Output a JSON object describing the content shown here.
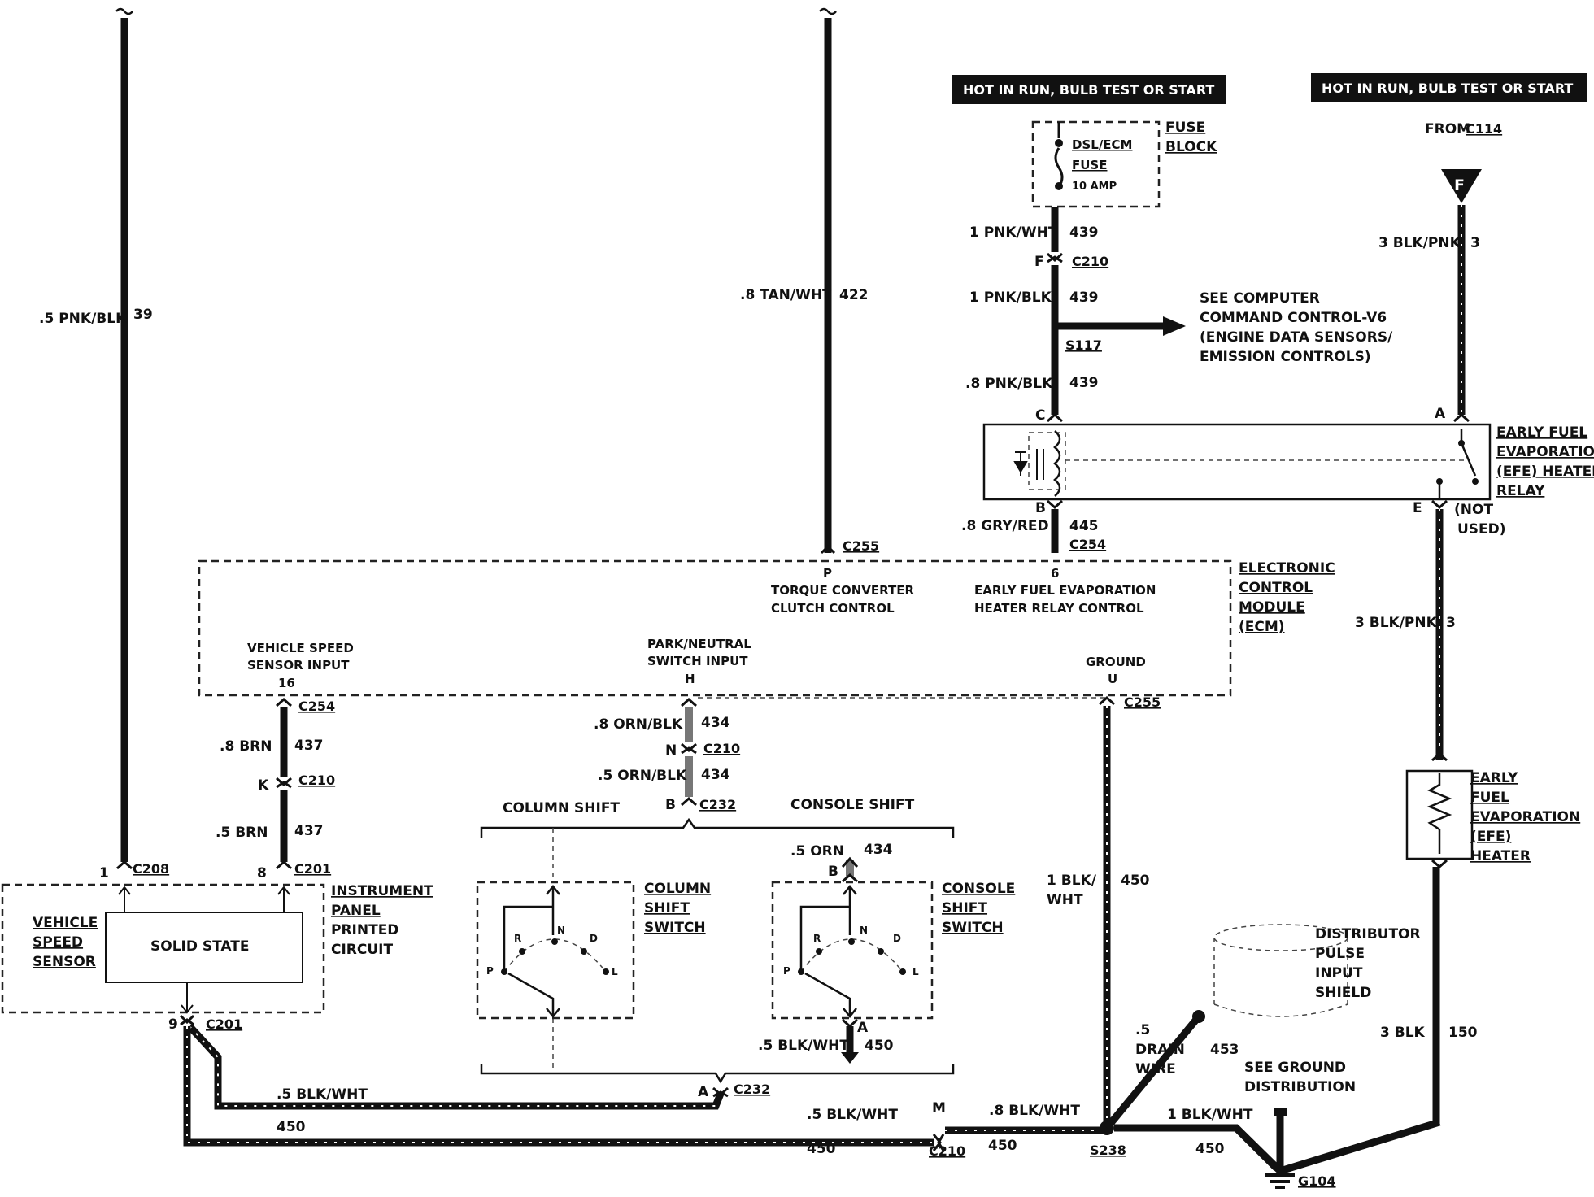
{
  "headers": {
    "left": "HOT IN RUN,  BULB TEST OR START",
    "right": "HOT IN RUN,  BULB TEST OR START"
  },
  "fuse_block": {
    "fuse_name_1": "DSL/ECM",
    "fuse_name_2": "FUSE",
    "rating": "10 AMP",
    "label_1": "FUSE",
    "label_2": "BLOCK"
  },
  "from_connector": {
    "prefix": "FROM",
    "connector": "C114",
    "terminal": "F"
  },
  "wires": {
    "w39": {
      "gauge": ".5 PNK/BLK",
      "circuit": "39"
    },
    "w422": {
      "gauge": ".8 TAN/WHT",
      "circuit": "422"
    },
    "w439a": {
      "gauge": "1 PNK/WHT",
      "circuit": "439"
    },
    "w439b": {
      "gauge": "1 PNK/BLK",
      "circuit": "439"
    },
    "w439c": {
      "gauge": ".8 PNK/BLK",
      "circuit": "439"
    },
    "w3a": {
      "gauge": "3 BLK/PNK",
      "circuit": "3"
    },
    "w3b": {
      "gauge": "3 BLK/PNK",
      "circuit": "3"
    },
    "w445": {
      "gauge": ".8 GRY/RED",
      "circuit": "445"
    },
    "w437a": {
      "gauge": ".8 BRN",
      "circuit": "437"
    },
    "w437b": {
      "gauge": ".5 BRN",
      "circuit": "437"
    },
    "w434a": {
      "gauge": ".8 ORN/BLK",
      "circuit": "434"
    },
    "w434b": {
      "gauge": ".5 ORN/BLK",
      "circuit": "434"
    },
    "w434c": {
      "gauge": ".5 ORN",
      "circuit": "434"
    },
    "w450a": {
      "gauge1": "1 BLK/",
      "gauge2": "WHT",
      "circuit": "450"
    },
    "w450b": {
      "gauge": ".5 BLK/WHT",
      "circuit": "450"
    },
    "w450c": {
      "gauge": ".5 BLK/WHT",
      "circuit": "450"
    },
    "w450d": {
      "gauge": ".5 BLK/WHT",
      "circuit": "450"
    },
    "w450e": {
      "gauge": ".8 BLK/WHT",
      "circuit": "450"
    },
    "w450f": {
      "gauge": "1 BLK/WHT",
      "circuit": "450"
    },
    "w453": {
      "gauge1": ".5",
      "gauge2": "DRAIN",
      "gauge3": "WIRE",
      "circuit": "453"
    },
    "w150": {
      "gauge": "3 BLK",
      "circuit": "150"
    }
  },
  "connectors": {
    "c210_top": {
      "pin": "F",
      "name": "C210"
    },
    "s117": "S117",
    "relay_c": "C",
    "relay_a": "A",
    "relay_b": "B",
    "relay_e": "E",
    "c255_top": {
      "pin": "P",
      "name": "C255"
    },
    "c254_top": {
      "pin": "6",
      "name": "C254"
    },
    "c254_bot": {
      "pin": "16",
      "name": "C254"
    },
    "c255_bot": {
      "pin": "U",
      "name": "C255"
    },
    "c210_mid": {
      "pin": "K",
      "name": "C210"
    },
    "c210_n": {
      "pin": "N",
      "name": "C210"
    },
    "c232_b": {
      "pin": "B",
      "name": "C232"
    },
    "c232_a": {
      "pin": "A",
      "name": "C232"
    },
    "c208": {
      "pin": "1",
      "name": "C208"
    },
    "c201_top": {
      "pin": "8",
      "name": "C201"
    },
    "c201_bot": {
      "pin": "9",
      "name": "C201"
    },
    "c210_m": {
      "pin": "M",
      "name": "C210"
    },
    "console_b": "B",
    "console_a": "A",
    "s238": "S238",
    "g104": "G104"
  },
  "see_computer": {
    "line1": "SEE COMPUTER",
    "line2": "COMMAND CONTROL-V6",
    "line3": "(ENGINE DATA SENSORS/",
    "line4": "EMISSION CONTROLS)"
  },
  "relay": {
    "l1": "EARLY FUEL",
    "l2": "EVAPORATION",
    "l3": "(EFE) HEATER",
    "l4": "RELAY",
    "not_used1": "(NOT",
    "not_used2": "USED)"
  },
  "ecm": {
    "l1": "ELECTRONIC",
    "l2": "CONTROL",
    "l3": "MODULE",
    "l4": "(ECM)",
    "tcc1": "TORQUE CONVERTER",
    "tcc2": "CLUTCH CONTROL",
    "efe1": "EARLY FUEL EVAPORATION",
    "efe2": "HEATER RELAY CONTROL",
    "vss1": "VEHICLE SPEED",
    "vss2": "SENSOR INPUT",
    "pn1": "PARK/NEUTRAL",
    "pn2": "SWITCH INPUT",
    "pn_pin": "H",
    "gnd": "GROUND"
  },
  "vss": {
    "l1": "VEHICLE",
    "l2": "SPEED",
    "l3": "SENSOR",
    "solid_state": "SOLID STATE",
    "ip1": "INSTRUMENT",
    "ip2": "PANEL",
    "ip3": "PRINTED",
    "ip4": "CIRCUIT"
  },
  "shift": {
    "column_title": "COLUMN SHIFT",
    "console_title": "CONSOLE SHIFT",
    "col_l1": "COLUMN",
    "col_l2": "SHIFT",
    "col_l3": "SWITCH",
    "con_l1": "CONSOLE",
    "con_l2": "SHIFT",
    "con_l3": "SWITCH",
    "pos_r": "R",
    "pos_n": "N",
    "pos_d": "D",
    "pos_p": "P",
    "pos_l": "L"
  },
  "heater": {
    "l1": "EARLY",
    "l2": "FUEL",
    "l3": "EVAPORATION",
    "l4": "(EFE)",
    "l5": "HEATER"
  },
  "distributor": {
    "l1": "DISTRIBUTOR",
    "l2": "PULSE",
    "l3": "INPUT",
    "l4": "SHIELD"
  },
  "ground_note": {
    "l1": "SEE GROUND",
    "l2": "DISTRIBUTION"
  }
}
